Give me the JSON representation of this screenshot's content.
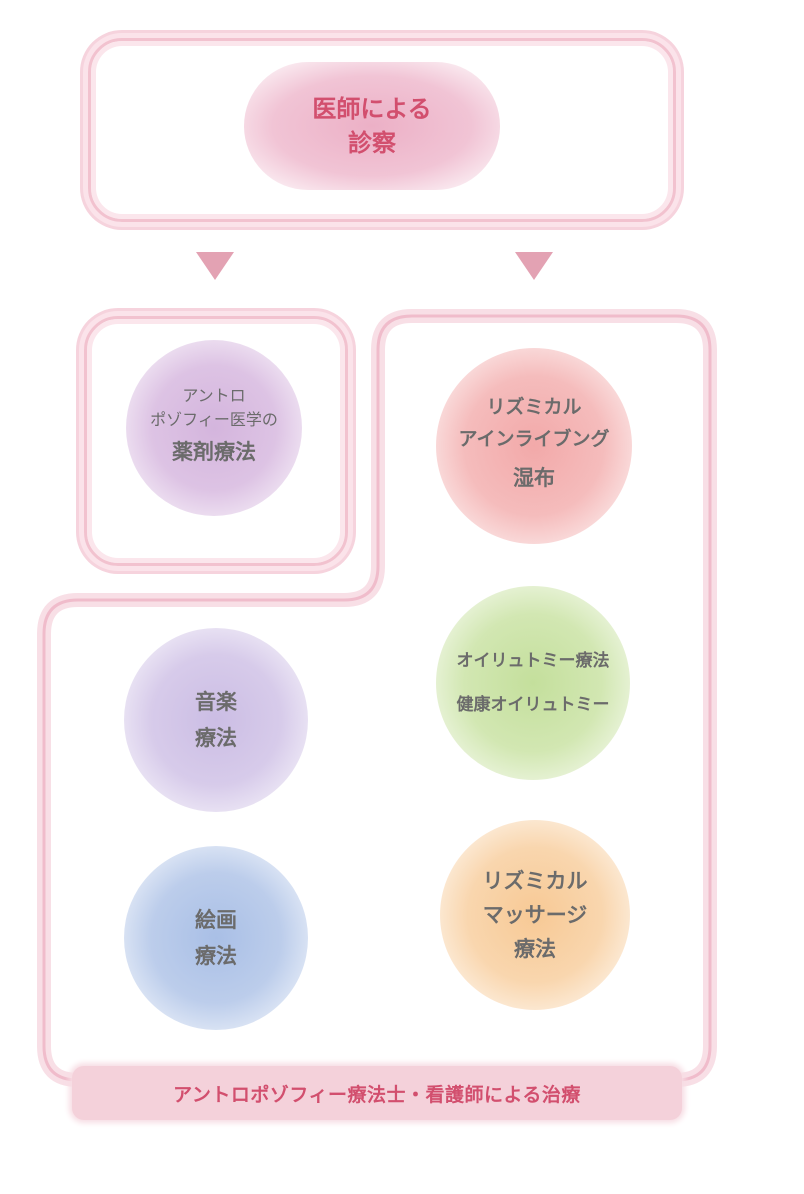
{
  "top": {
    "line1": "医師による",
    "line2": "診察"
  },
  "anthro": {
    "line1": "アントロ",
    "line2": "ポゾフィー医学の",
    "line3": "薬剤療法"
  },
  "rhythm_wrap": {
    "line1": "リズミカル",
    "line2": "アインライブング",
    "line3": "湿布"
  },
  "music": {
    "line1": "音楽",
    "line2": "療法"
  },
  "eurythmy": {
    "line1": "オイリュトミー療法",
    "line2": "健康オイリュトミー"
  },
  "painting": {
    "line1": "絵画",
    "line2": "療法"
  },
  "massage": {
    "line1": "リズミカル",
    "line2": "マッサージ",
    "line3": "療法"
  },
  "footer": {
    "label": "アントロポゾフィー療法士・看護師による治療"
  },
  "colors": {
    "pink": "#e8a3bf",
    "purple": "#c9a3d4",
    "red": "#f0a2a2",
    "lavender": "#cbbde4",
    "green": "#c4df9c",
    "blue": "#a9bfe6",
    "orange": "#f7c995",
    "accent": "#d24f6e",
    "text": "#6b6b6b"
  }
}
